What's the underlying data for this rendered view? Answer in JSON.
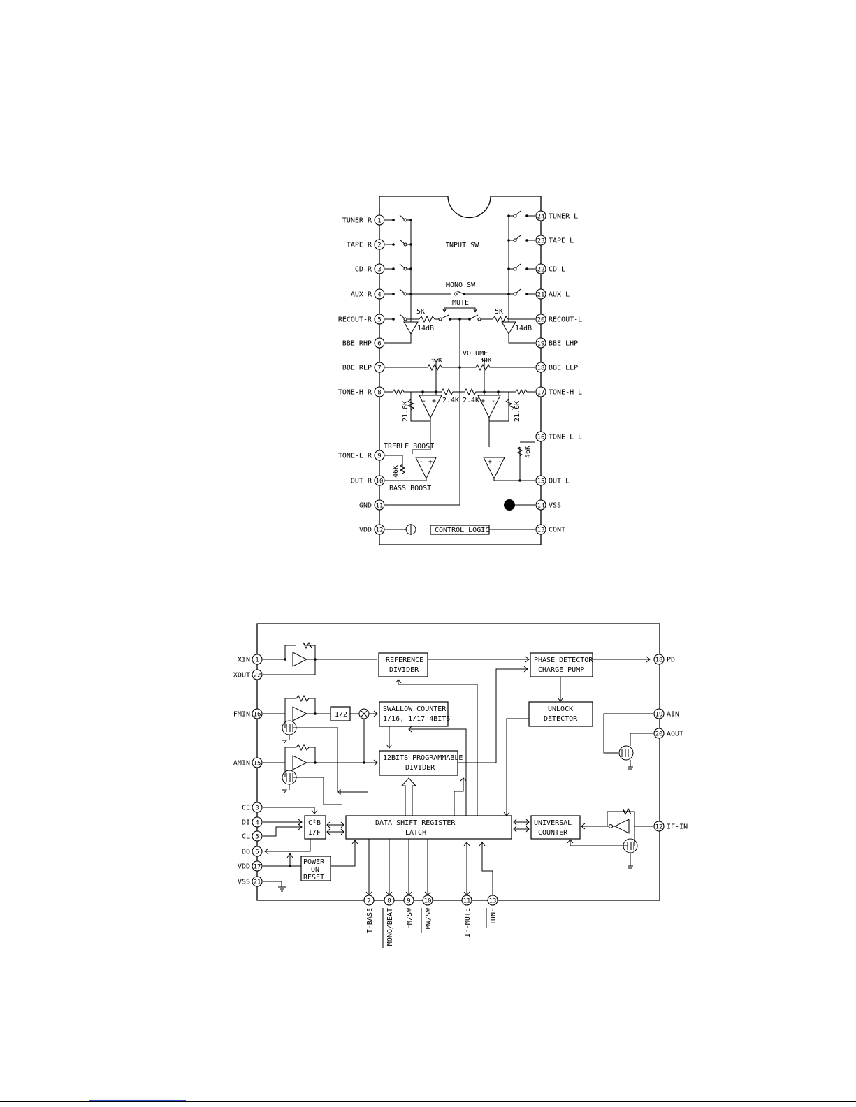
{
  "ic1": {
    "pins_left": [
      {
        "num": "1",
        "label": "TUNER R"
      },
      {
        "num": "2",
        "label": "TAPE R"
      },
      {
        "num": "3",
        "label": "CD R"
      },
      {
        "num": "4",
        "label": "AUX R"
      },
      {
        "num": "5",
        "label": "RECOUT-R"
      },
      {
        "num": "6",
        "label": "BBE RHP"
      },
      {
        "num": "7",
        "label": "BBE RLP"
      },
      {
        "num": "8",
        "label": "TONE-H R"
      },
      {
        "num": "9",
        "label": "TONE-L R"
      },
      {
        "num": "10",
        "label": "OUT R"
      },
      {
        "num": "11",
        "label": "GND"
      },
      {
        "num": "12",
        "label": "VDD"
      }
    ],
    "pins_right": [
      {
        "num": "24",
        "label": "TUNER L"
      },
      {
        "num": "23",
        "label": "TAPE L"
      },
      {
        "num": "22",
        "label": "CD L"
      },
      {
        "num": "21",
        "label": "AUX L"
      },
      {
        "num": "20",
        "label": "RECOUT-L"
      },
      {
        "num": "19",
        "label": "BBE LHP"
      },
      {
        "num": "18",
        "label": "BBE LLP"
      },
      {
        "num": "17",
        "label": "TONE-H L"
      },
      {
        "num": "16",
        "label": "TONE-L L"
      },
      {
        "num": "15",
        "label": "OUT L"
      },
      {
        "num": "14",
        "label": "VSS"
      },
      {
        "num": "13",
        "label": "CONT"
      }
    ],
    "labels": {
      "input_sw": "INPUT SW",
      "mono_sw": "MONO SW",
      "mute": "MUTE",
      "r5k_left": "5K",
      "r5k_right": "5K",
      "gain_left": "14dB",
      "gain_right": "14dB",
      "volume": "VOLUME",
      "r30k_left": "30K",
      "r30k_right": "30K",
      "r2_4k_left": "2.4K",
      "r2_4k_right": "2.4K",
      "r21_6k_left": "21.6K",
      "r21_6k_right": "21.6K",
      "treble_boost": "TREBLE BOOST",
      "bass_boost": "BASS BOOST",
      "r46k_left": "46K",
      "r46k_right": "46K",
      "control_logic": "CONTROL LOGIC",
      "amp_plus": "+",
      "amp_minus": "-"
    }
  },
  "ic2": {
    "pins_left": [
      {
        "num": "1",
        "label": "XIN"
      },
      {
        "num": "22",
        "label": "XOUT"
      },
      {
        "num": "16",
        "label": "FMIN"
      },
      {
        "num": "15",
        "label": "AMIN"
      },
      {
        "num": "3",
        "label": "CE"
      },
      {
        "num": "4",
        "label": "DI"
      },
      {
        "num": "5",
        "label": "CL"
      },
      {
        "num": "6",
        "label": "DO"
      },
      {
        "num": "17",
        "label": "VDD"
      },
      {
        "num": "21",
        "label": "VSS"
      }
    ],
    "pins_right": [
      {
        "num": "18",
        "label": "PD"
      },
      {
        "num": "19",
        "label": "AIN"
      },
      {
        "num": "20",
        "label": "AOUT"
      },
      {
        "num": "12",
        "label": "IF-IN"
      }
    ],
    "pins_bottom": [
      {
        "num": "7",
        "label": "T-BASE"
      },
      {
        "num": "8",
        "label": "MONO/BEAT"
      },
      {
        "num": "9",
        "label": "FM/SW"
      },
      {
        "num": "10",
        "label": "MW/SW"
      },
      {
        "num": "11",
        "label": "IF-MUTE"
      },
      {
        "num": "13",
        "label": "TUNE"
      }
    ],
    "blocks": {
      "ref_l1": "REFERENCE",
      "ref_l2": "DIVIDER",
      "pd_l1": "PHASE DETECTOR",
      "pd_l2": "CHARGE PUMP",
      "unlock_l1": "UNLOCK",
      "unlock_l2": "DETECTOR",
      "sw_l1": "SWALLOW COUNTER",
      "sw_l2": "1/16, 1/17 4BITS",
      "prog_l1": "12BITS PROGRAMMABLE",
      "prog_l2": "DIVIDER",
      "half": "1/2",
      "c2b_l1": "C²B",
      "c2b_l2": "I/F",
      "dsr_l1": "DATA SHIFT REGISTER",
      "dsr_l2": "LATCH",
      "uc_l1": "UNIVERSAL",
      "uc_l2": "COUNTER",
      "por_l1": "POWER",
      "por_l2": "ON",
      "por_l3": "RESET"
    }
  }
}
